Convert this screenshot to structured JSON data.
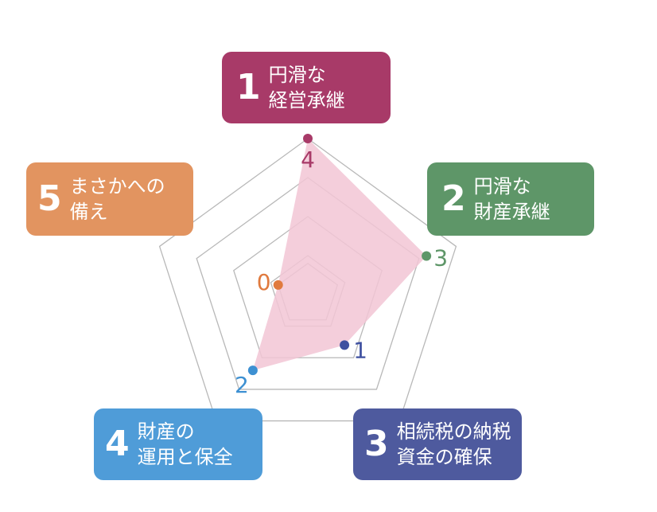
{
  "chart_data": {
    "type": "radar",
    "max": 4,
    "levels": [
      1,
      2,
      3,
      4
    ],
    "axes": [
      {
        "num": "1",
        "label": "円滑な\n経営承継",
        "value": 4,
        "value_label": "4",
        "color": "#a83a68"
      },
      {
        "num": "2",
        "label": "円滑な\n財産承継",
        "value": 3,
        "value_label": "3",
        "color": "#5e9668"
      },
      {
        "num": "3",
        "label": "相続税の納税\n資金の確保",
        "value": 1,
        "value_label": "1",
        "color": "#3f51a0"
      },
      {
        "num": "4",
        "label": "財産の\n運用と保全",
        "value": 2,
        "value_label": "2",
        "color": "#3d90d2"
      },
      {
        "num": "5",
        "label": "まさかへの\n備え",
        "value": 0,
        "value_label": "0",
        "color": "#e07a3e"
      }
    ],
    "fill_color": "#f2c6d5",
    "grid_color": "#b8b8b8",
    "box_colors": [
      "#a83a68",
      "#5e9668",
      "#4e5a9e",
      "#4f9cd8",
      "#e29460"
    ]
  }
}
